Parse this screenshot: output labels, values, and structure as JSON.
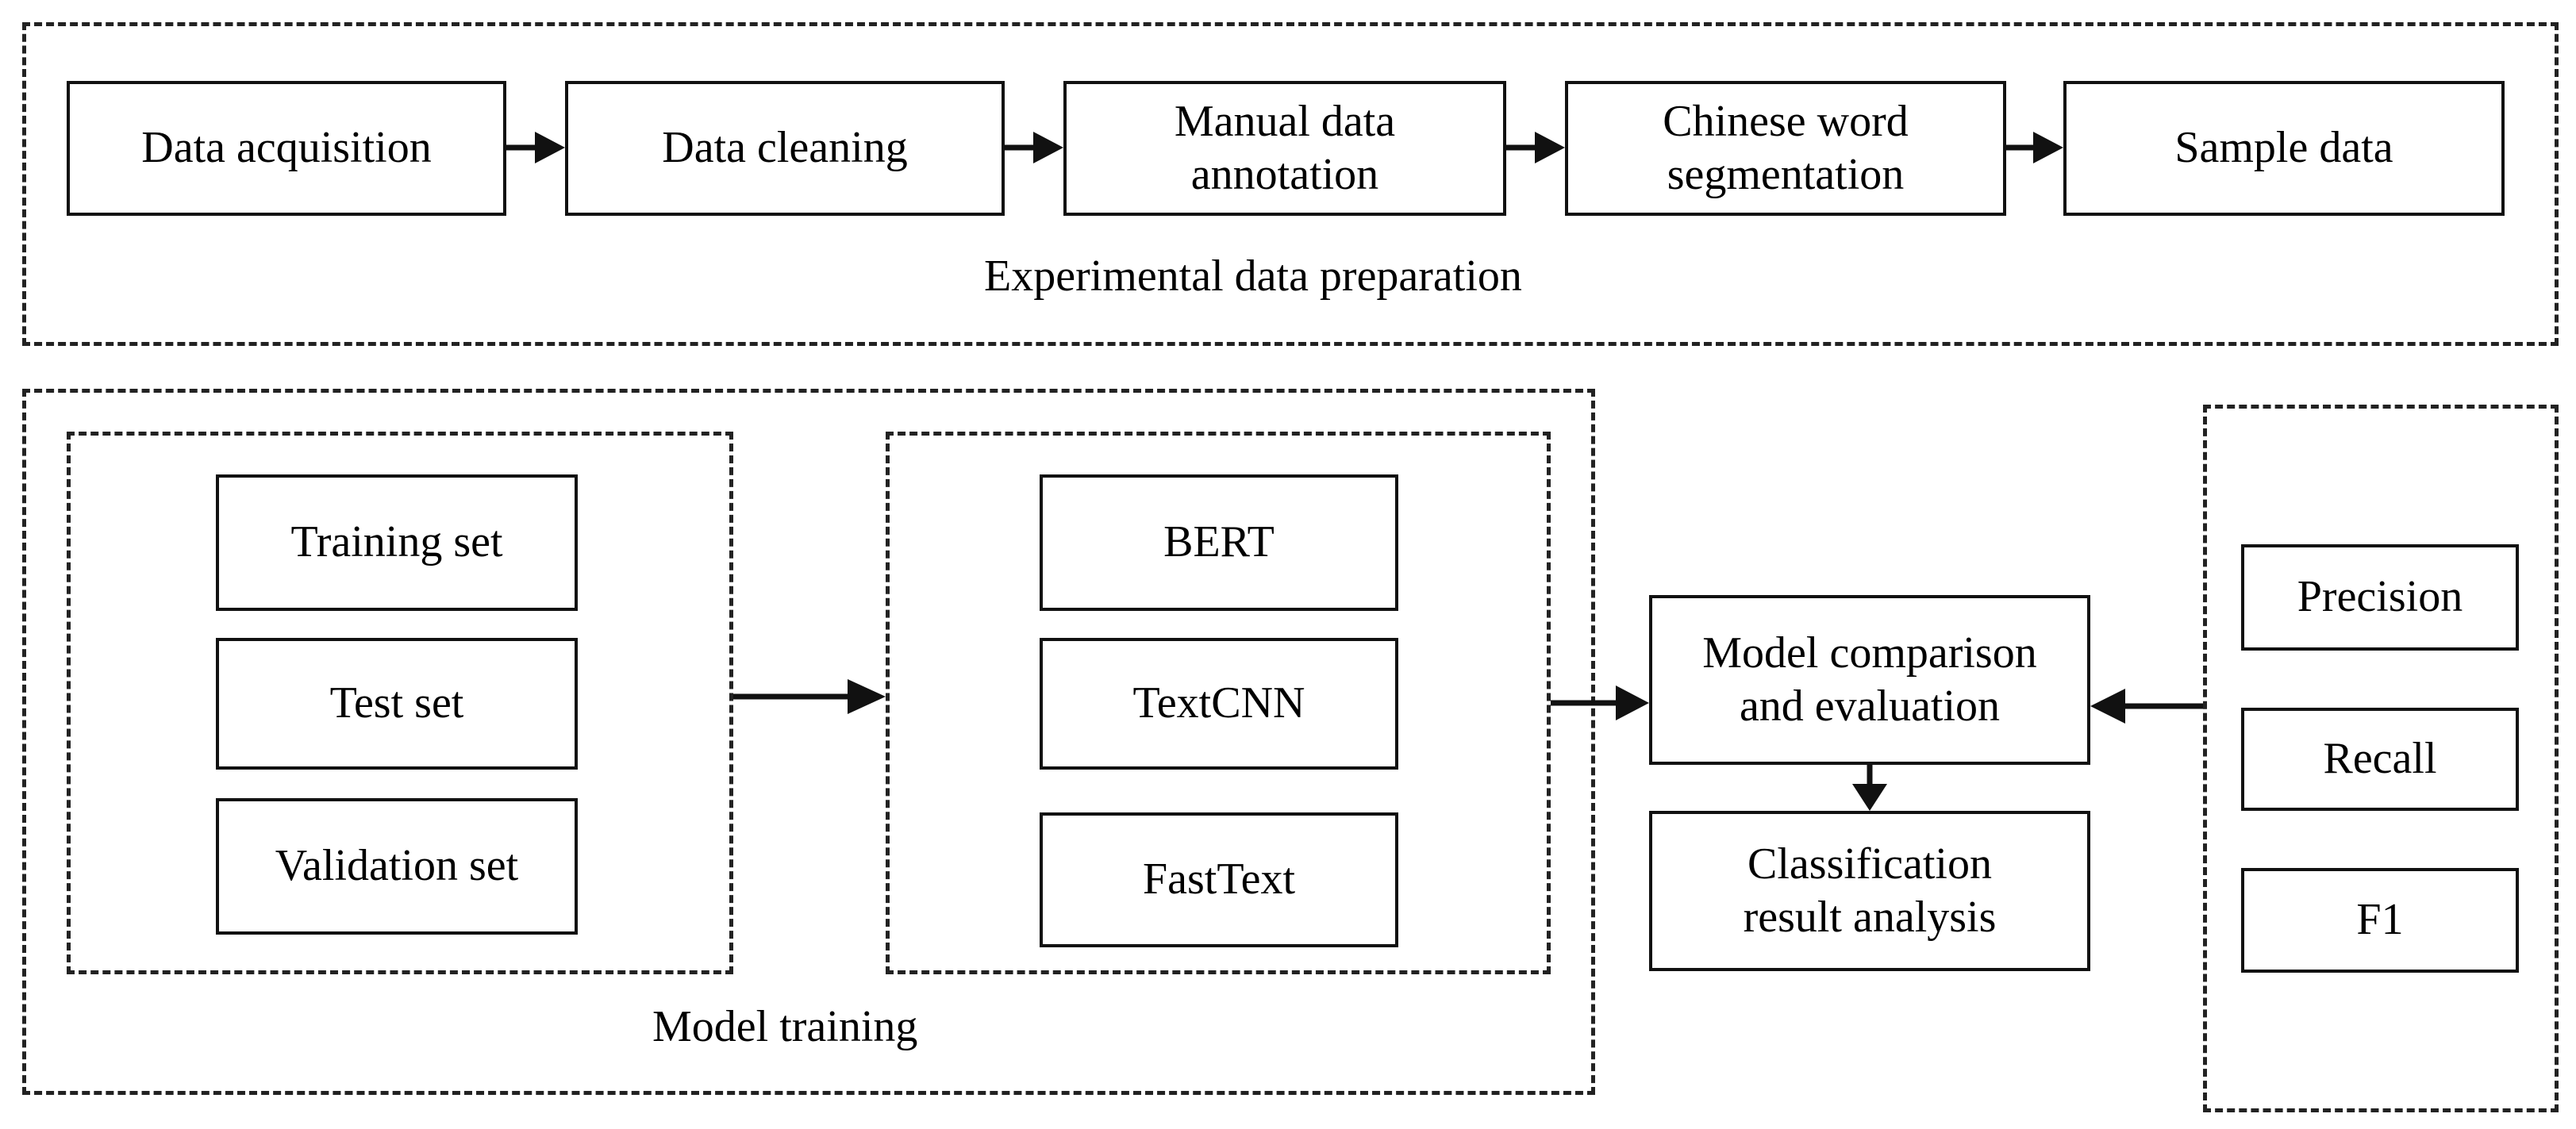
{
  "prep": {
    "caption": "Experimental data preparation",
    "steps": [
      {
        "line1": "Data acquisition",
        "line2": ""
      },
      {
        "line1": "Data cleaning",
        "line2": ""
      },
      {
        "line1": "Manual data",
        "line2": "annotation"
      },
      {
        "line1": "Chinese word",
        "line2": "segmentation"
      },
      {
        "line1": "Sample data",
        "line2": ""
      }
    ]
  },
  "training": {
    "caption": "Model training",
    "datasets": [
      "Training set",
      "Test set",
      "Validation set"
    ],
    "models": [
      "BERT",
      "TextCNN",
      "FastText"
    ]
  },
  "evaluation": {
    "comparison": {
      "line1": "Model comparison",
      "line2": "and evaluation"
    },
    "analysis": {
      "line1": "Classification",
      "line2": "result analysis"
    }
  },
  "metrics": [
    "Precision",
    "Recall",
    "F1"
  ],
  "colors": {
    "line": "#111111",
    "background": "#ffffff"
  }
}
